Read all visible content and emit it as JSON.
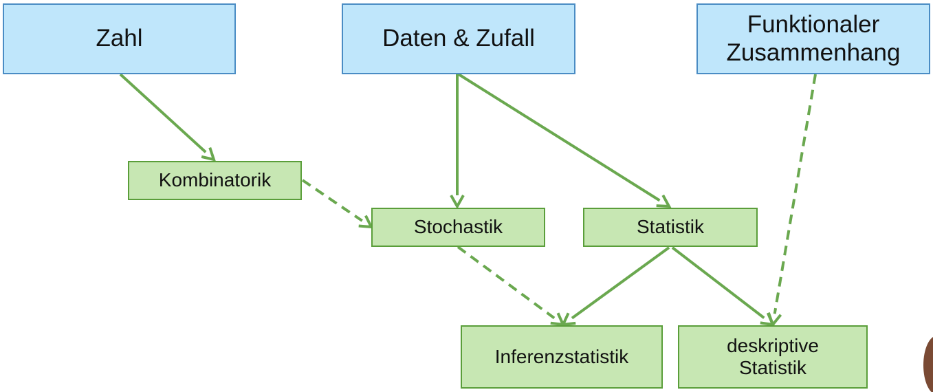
{
  "nodes": {
    "zahl": {
      "label": "Zahl"
    },
    "daten_zufall": {
      "label": "Daten & Zufall"
    },
    "funktionaler_zusammenhang": {
      "label": "Funktionaler\nZusammenhang"
    },
    "kombinatorik": {
      "label": "Kombinatorik"
    },
    "stochastik": {
      "label": "Stochastik"
    },
    "statistik": {
      "label": "Statistik"
    },
    "inferenzstatistik": {
      "label": "Inferenzstatistik"
    },
    "deskriptive_statistik": {
      "label": "deskriptive\nStatistik"
    }
  },
  "edges": [
    {
      "from": "zahl",
      "to": "kombinatorik",
      "style": "solid"
    },
    {
      "from": "daten_zufall",
      "to": "stochastik",
      "style": "solid"
    },
    {
      "from": "daten_zufall",
      "to": "statistik",
      "style": "solid"
    },
    {
      "from": "kombinatorik",
      "to": "stochastik",
      "style": "dashed"
    },
    {
      "from": "stochastik",
      "to": "inferenzstatistik",
      "style": "dashed"
    },
    {
      "from": "statistik",
      "to": "inferenzstatistik",
      "style": "solid"
    },
    {
      "from": "statistik",
      "to": "deskriptive_statistik",
      "style": "solid"
    },
    {
      "from": "funktionaler_zusammenhang",
      "to": "deskriptive_statistik",
      "style": "dashed"
    }
  ],
  "colors": {
    "top_fill": "#bfe6fb",
    "top_border": "#4a8cc4",
    "sub_fill": "#c7e7b3",
    "sub_border": "#5a9e3a",
    "arrow": "#6aa84f"
  }
}
